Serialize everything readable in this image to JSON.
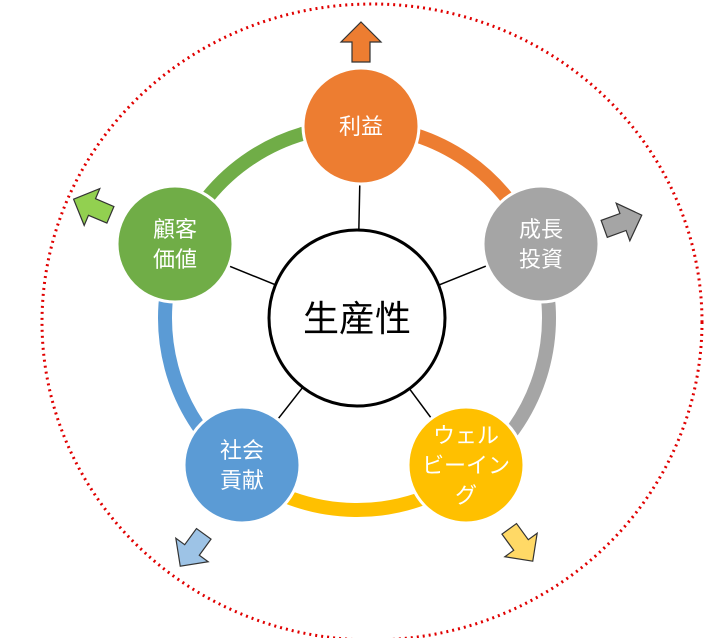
{
  "center": {
    "label": "生産性"
  },
  "nodes": [
    {
      "id": "profit",
      "lines": [
        "利益"
      ],
      "color": "#ED7D31",
      "arrow_color": "#ED7D31"
    },
    {
      "id": "growth-investment",
      "lines": [
        "成長",
        "投資"
      ],
      "color": "#A5A5A5",
      "arrow_color": "#A5A5A5"
    },
    {
      "id": "wellbeing",
      "lines": [
        "ウェル",
        "ビーイン",
        "グ"
      ],
      "color": "#FFC000",
      "arrow_color": "#FFD966"
    },
    {
      "id": "social-contribution",
      "lines": [
        "社会",
        "貢献"
      ],
      "color": "#5B9BD5",
      "arrow_color": "#9DC3E6"
    },
    {
      "id": "customer-value",
      "lines": [
        "顧客",
        "価値"
      ],
      "color": "#70AD47",
      "arrow_color": "#92D050"
    }
  ],
  "boundary_color": "#E00000"
}
